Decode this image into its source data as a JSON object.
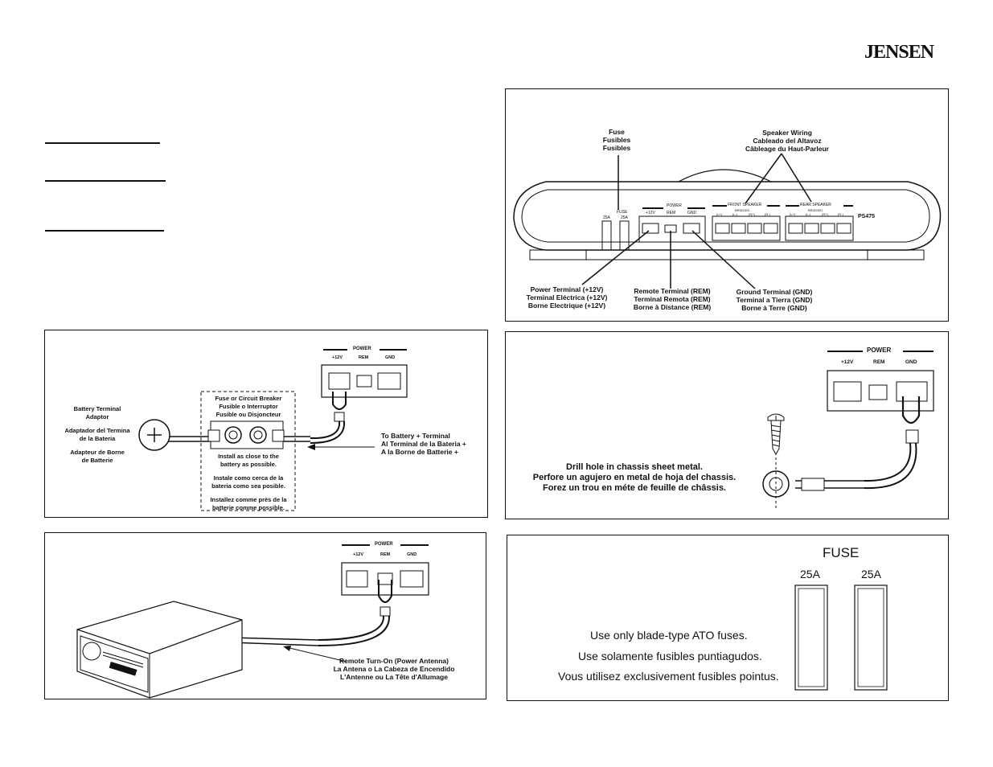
{
  "brand": "JENSEN",
  "top_right_panel": {
    "fuse_label": [
      "Fuse",
      "Fusibles",
      "Fusibles"
    ],
    "speaker_label": [
      "Speaker Wiring",
      "Cableado del Altavoz",
      "Câbleage du Haut-Parleur"
    ],
    "amp_model": "PS475",
    "amp_fuse": "FUSE",
    "amp_fuse_ratings": [
      "25A",
      "25A"
    ],
    "amp_power": "POWER",
    "amp_terminals": [
      "+12V",
      "REM",
      "GND"
    ],
    "amp_front": "FRONT SPEAKER",
    "amp_rear": "REAR SPEAKER",
    "amp_bridged": "BRIDGED",
    "amp_ch": [
      "(L+)",
      "(L-)",
      "(R+)",
      "(R-)"
    ],
    "power_label": [
      "Power Terminal (+12V)",
      "Terminal Eléctrica (+12V)",
      "Borne Electrique (+12V)"
    ],
    "remote_label": [
      "Remote Terminal (REM)",
      "Terminal Remota (REM)",
      "Borne à Distance (REM)"
    ],
    "ground_label": [
      "Ground Terminal (GND)",
      "Terminal a Tierra (GND)",
      "Borne à Terre (GND)"
    ]
  },
  "battery_panel": {
    "power": "POWER",
    "terminals": [
      "+12V",
      "REM",
      "GND"
    ],
    "adaptor_label": [
      "Battery Terminal",
      "Adaptor"
    ],
    "adaptador_label": [
      "Adaptador del Termina",
      "de la Bateria"
    ],
    "adapteur_label": [
      "Adapteur de Borne",
      "de Batterie"
    ],
    "fuse_label": [
      "Fuse or Circuit Breaker",
      "Fusible o Interruptor",
      "Fusible ou Disjoncteur"
    ],
    "install_en": [
      "Install as close to the",
      "battery as possible."
    ],
    "install_es": [
      "Instale como cerca de la",
      "bateria como sea posible."
    ],
    "install_fr": [
      "Installez comme près de la",
      "batterie comme possible."
    ],
    "to_battery": [
      "To Battery + Terminal",
      "Al Terminal de la Bateria +",
      "A la Borne de Batterie +"
    ]
  },
  "ground_panel": {
    "power": "POWER",
    "terminals": [
      "+12V",
      "REM",
      "GND"
    ],
    "drill": [
      "Drill hole in chassis sheet metal.",
      "Perfore un agujero en metal de hoja del chassis.",
      "Forez un trou en méte de feuille de châssis."
    ]
  },
  "remote_panel": {
    "power": "POWER",
    "terminals": [
      "+12V",
      "REM",
      "GND"
    ],
    "remote_label": [
      "Remote Turn-On (Power Antenna)",
      "La Antena o La Cabeza de Encendido",
      "L'Antenne ou La Tête d'Allumage"
    ]
  },
  "fuse_panel": {
    "title": "FUSE",
    "ratings": [
      "25A",
      "25A"
    ],
    "lines": [
      "Use only blade-type ATO fuses.",
      "Use solamente fusibles puntiagudos.",
      "Vous utilisez exclusivement fusibles pointus."
    ]
  }
}
